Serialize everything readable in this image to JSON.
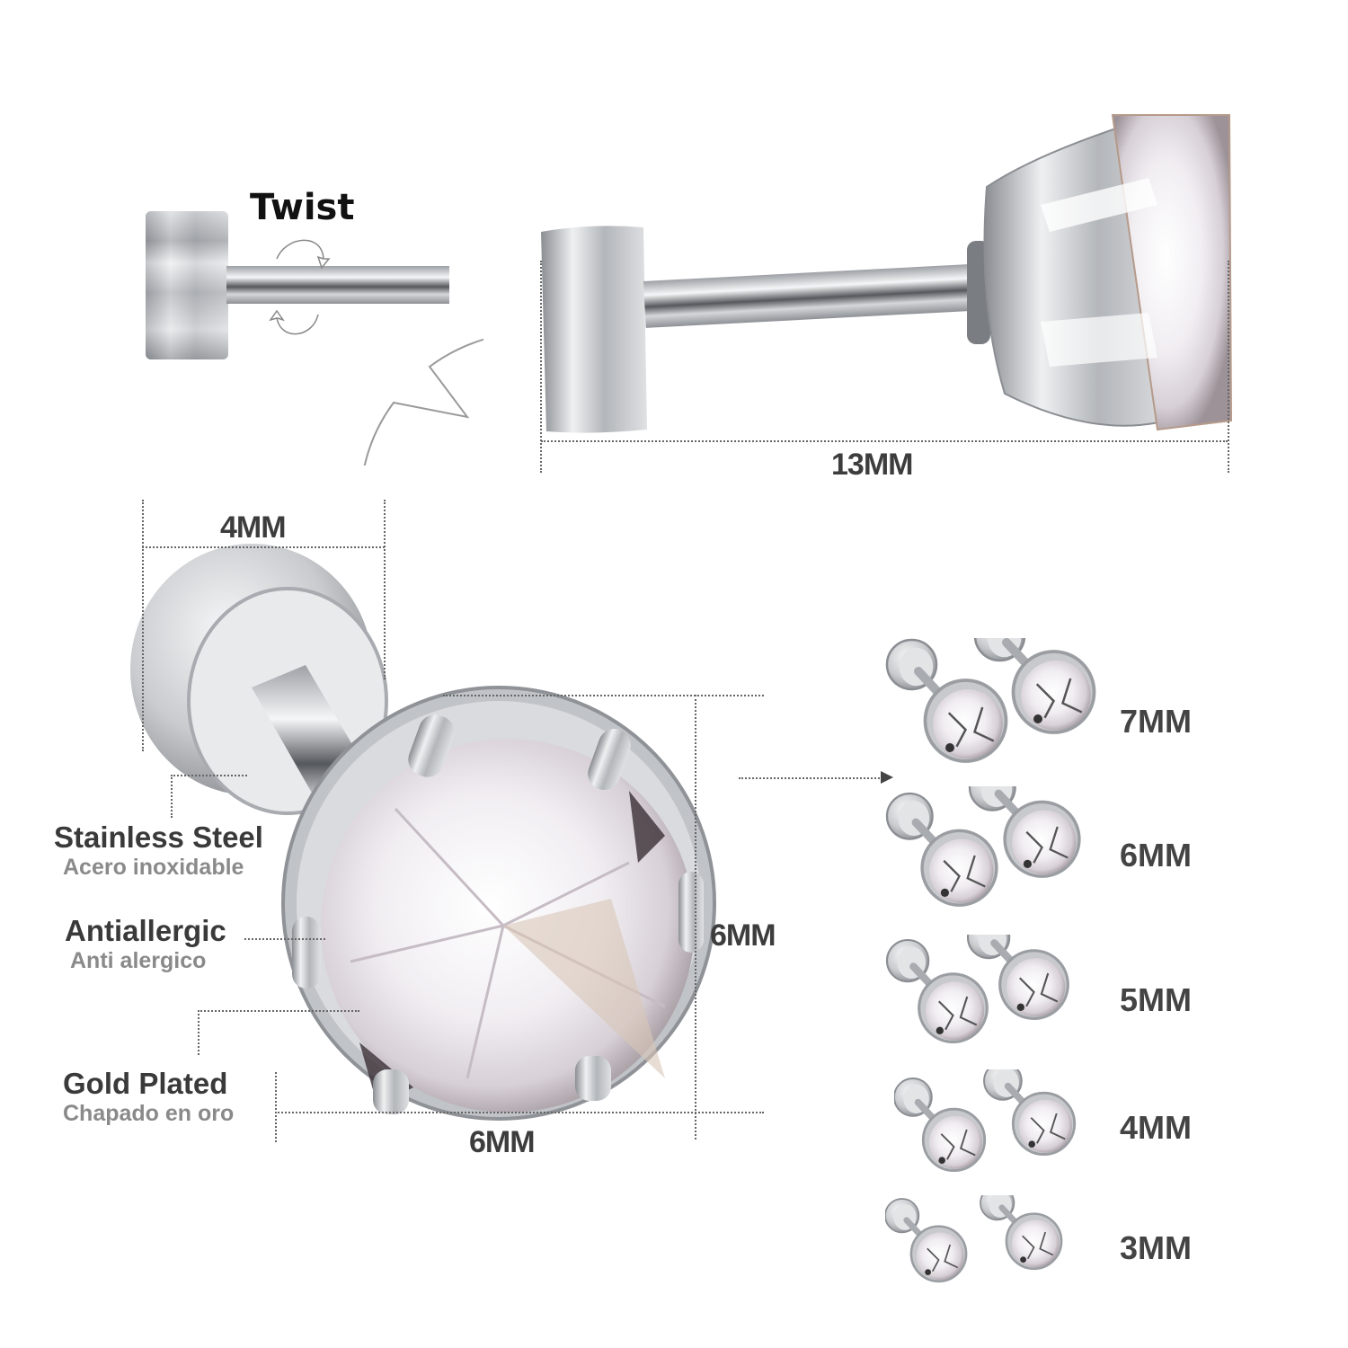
{
  "callout": {
    "label": "Twist"
  },
  "dimensions": {
    "total_length": "13MM",
    "back_width": "4MM",
    "stone_height": "6MM",
    "stone_width": "6MM"
  },
  "features": [
    {
      "title": "Stainless Steel",
      "subtitle": "Acero inoxidable"
    },
    {
      "title": "Antiallergic",
      "subtitle": "Anti alergico"
    },
    {
      "title": "Gold Plated",
      "subtitle": "Chapado en oro"
    }
  ],
  "sizes": [
    {
      "label": "7MM"
    },
    {
      "label": "6MM"
    },
    {
      "label": "5MM"
    },
    {
      "label": "4MM"
    },
    {
      "label": "3MM"
    }
  ],
  "colors": {
    "metal": "#bfc2c6",
    "metal_dark": "#6e7176",
    "text_dark": "#3a3a3a",
    "text_light": "#8a8a8a",
    "background": "#ffffff"
  }
}
